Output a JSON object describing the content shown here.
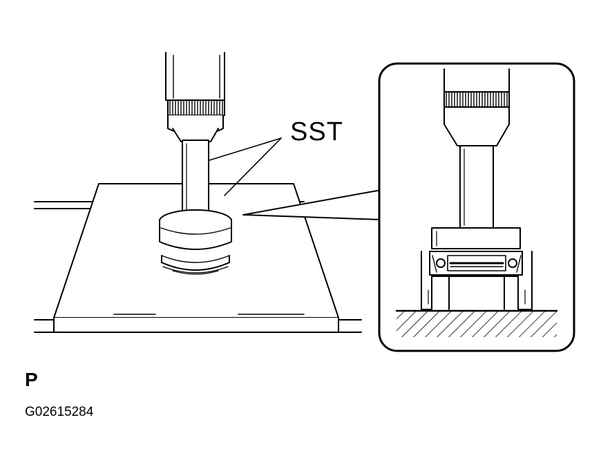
{
  "labels": {
    "sst": "SST",
    "step": "P",
    "figure_code": "G02615284"
  },
  "colors": {
    "line": "#000000",
    "background": "#ffffff"
  }
}
